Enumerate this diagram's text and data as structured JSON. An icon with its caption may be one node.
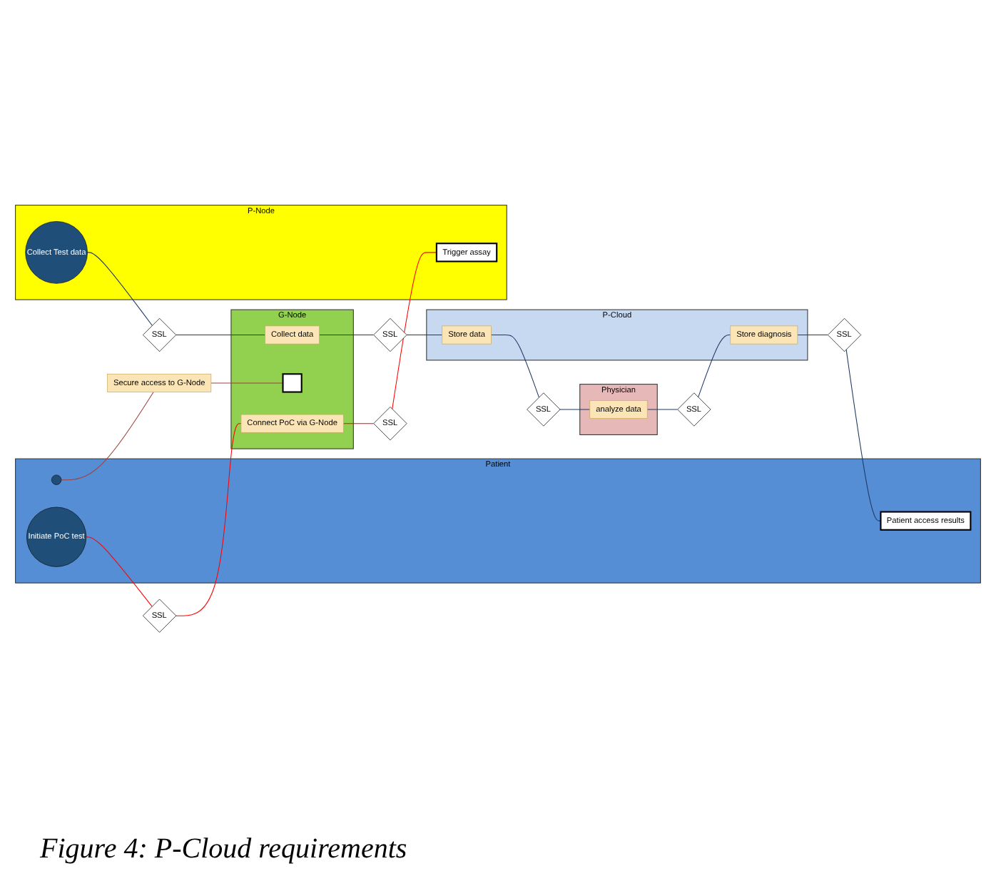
{
  "diagram": {
    "caption": "Figure 4: P-Cloud requirements",
    "nodes": [
      {
        "text": [
          "P-Node"
        ]
      },
      {
        "text": [
          "Collect Test data"
        ],
        "in": 0
      },
      {
        "text": [
          "Trigger assay"
        ],
        "in": 0
      },
      {
        "text": [
          "G-Node"
        ]
      },
      {
        "text": [
          "Collect data"
        ],
        "in": 3
      },
      {
        "text": [
          "Connect PoC via G-Node"
        ],
        "in": 3
      },
      {
        "text": [],
        "shape": "bar",
        "in": 3
      },
      {
        "text": [
          "P-Cloud"
        ]
      },
      {
        "text": [
          "Store data"
        ],
        "in": 7
      },
      {
        "text": [
          "Store diagnosis"
        ],
        "in": 7
      },
      {
        "text": [
          "Physician"
        ]
      },
      {
        "text": [
          "analyze data"
        ],
        "in": 10
      },
      {
        "text": [
          "Patient"
        ]
      },
      {
        "text": [],
        "shape": "circle",
        "in": 12
      },
      {
        "text": [
          "Initiate PoC test"
        ],
        "in": 12
      },
      {
        "text": [
          "Patient access results"
        ],
        "in": 12
      },
      {
        "text": [
          "Secure access to G-Node"
        ]
      },
      {
        "text": [
          "SSL"
        ]
      },
      {
        "text": [
          "SSL"
        ]
      },
      {
        "text": [
          "SSL"
        ]
      },
      {
        "text": [
          "SSL"
        ]
      },
      {
        "text": [
          "SSL"
        ]
      },
      {
        "text": [
          "SSL"
        ]
      },
      {
        "text": [
          "SSL"
        ]
      }
    ],
    "edges": [
      {
        "from": 1,
        "to": 17,
        "arrow": "none"
      },
      {
        "from": 17,
        "to": 4,
        "arrow": "none"
      },
      {
        "from": 4,
        "to": 18,
        "arrow": "none"
      },
      {
        "from": 18,
        "to": 8,
        "arrow": "none"
      },
      {
        "from": 8,
        "to": 19,
        "arrow": "none"
      },
      {
        "from": 19,
        "to": 11,
        "arrow": "none"
      },
      {
        "from": 11,
        "to": 21,
        "arrow": "none"
      },
      {
        "from": 21,
        "to": 9,
        "arrow": "none"
      },
      {
        "from": 9,
        "to": 23,
        "arrow": "none"
      },
      {
        "from": 23,
        "to": 15,
        "arrow": "none"
      },
      {
        "from": 14,
        "to": 22,
        "arrow": "none",
        "color": "#ff0000"
      },
      {
        "from": 22,
        "to": 5,
        "arrow": "none",
        "color": "#ff0000"
      },
      {
        "from": 5,
        "to": 20,
        "arrow": "none",
        "color": "#ff0000"
      },
      {
        "from": 20,
        "to": 2,
        "arrow": "none",
        "color": "#ff0000"
      },
      {
        "from": 13,
        "to": 16,
        "arrow": "none",
        "color": "#a0403a"
      },
      {
        "from": 16,
        "to": 6,
        "arrow": "none",
        "color": "#a0403a"
      }
    ]
  }
}
